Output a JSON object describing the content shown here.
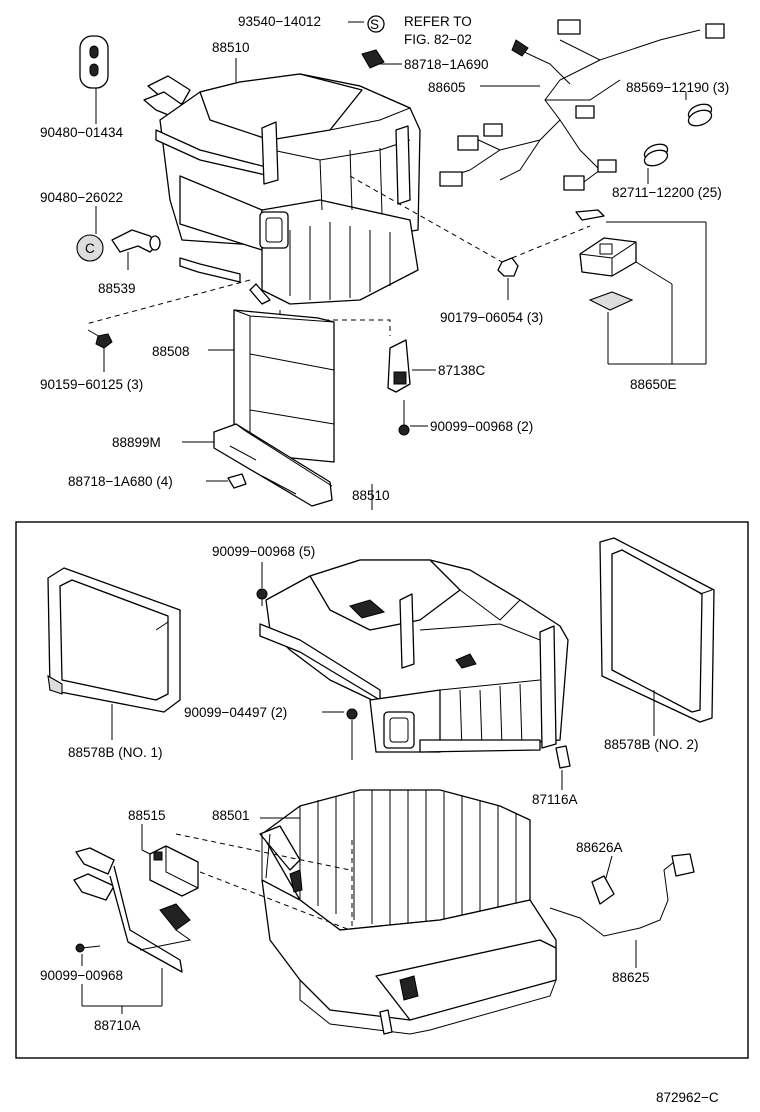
{
  "diagram": {
    "labels": {
      "p93540": "93540−14012",
      "s_mark": "S",
      "refer1": "REFER TO",
      "refer2": "FIG. 82−02",
      "p88510_top": "88510",
      "p88718_1a690": "88718−1A690",
      "p90480_01434": "90480−01434",
      "p88605": "88605",
      "p88569": "88569−12190 (3)",
      "p82711": "82711−12200 (25)",
      "p90480_26022": "90480−26022",
      "c_mark": "C",
      "p88539": "88539",
      "p90179": "90179−06054 (3)",
      "p88508": "88508",
      "p87138c": "87138C",
      "p88650e": "88650E",
      "p90159": "90159−60125 (3)",
      "p90099_top": "90099−00968 (2)",
      "p88899m": "88899M",
      "p88718_1a680": "88718−1A680 (4)",
      "p88510_box": "88510",
      "p90099_5": "90099−00968 (5)",
      "p88578b_1": "88578B (NO. 1)",
      "p90099_04497": "90099−04497 (2)",
      "p88578b_2": "88578B (NO. 2)",
      "p87116a": "87116A",
      "p88515": "88515",
      "p88501": "88501",
      "p88626a": "88626A",
      "p90099_bottom": "90099−00968",
      "p88625": "88625",
      "p88710a": "88710A",
      "fig_code": "872962−C"
    }
  }
}
